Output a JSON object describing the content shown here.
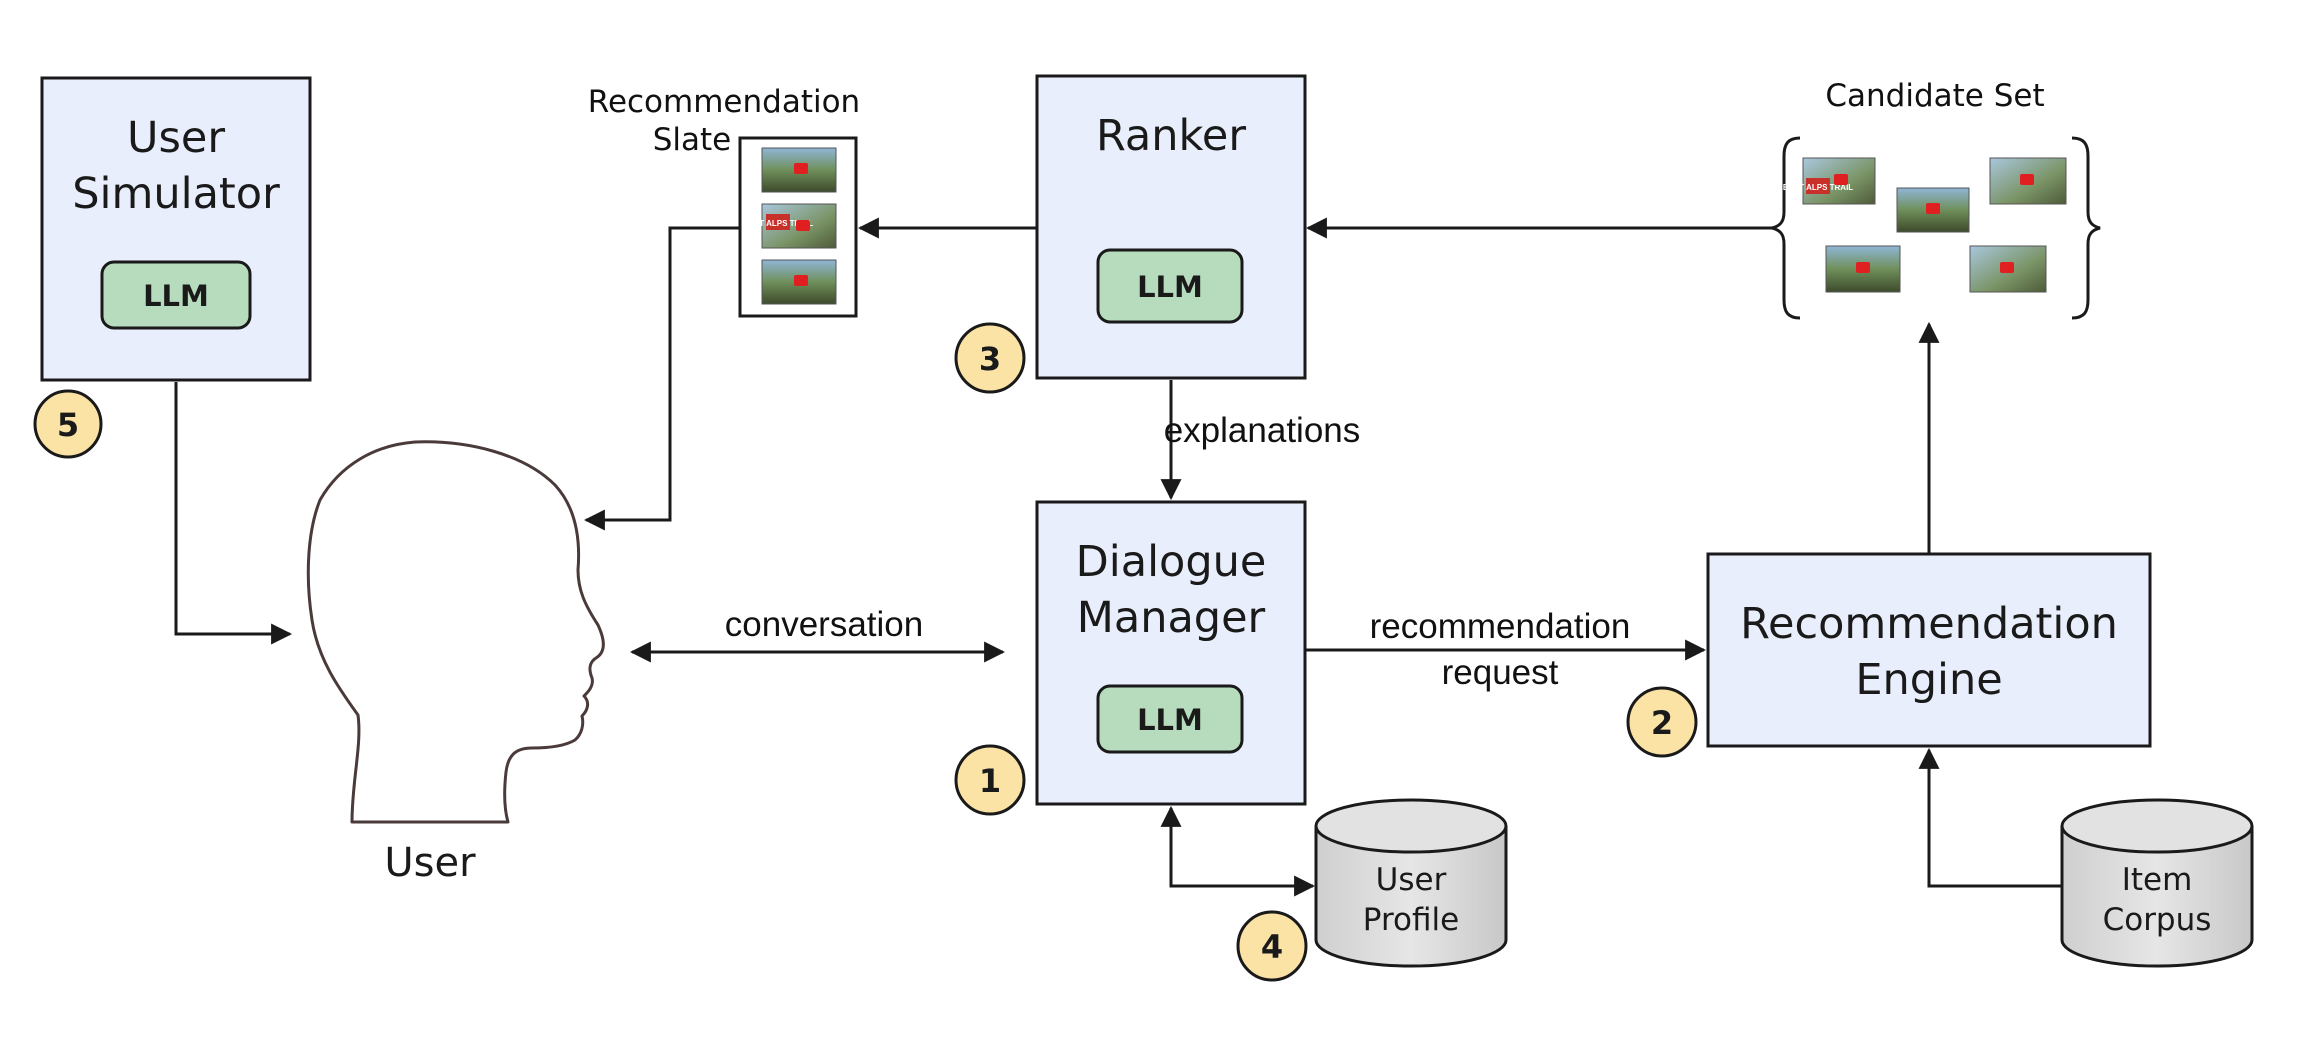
{
  "colors": {
    "box_fill": "#e8eefb",
    "llm_fill": "#b7dbbd",
    "badge_fill": "#fbe3a6",
    "db_fill": "#dcdcdc",
    "stroke": "#1a1a1a"
  },
  "user_simulator": {
    "line1": "User",
    "line2": "Simulator",
    "llm": "LLM",
    "step": "5"
  },
  "ranker": {
    "title": "Ranker",
    "llm": "LLM",
    "step": "3"
  },
  "dialogue_manager": {
    "line1": "Dialogue",
    "line2": "Manager",
    "llm": "LLM",
    "step": "1"
  },
  "recommendation_engine": {
    "line1": "Recommendation",
    "line2": "Engine",
    "step": "2"
  },
  "user_profile": {
    "line1": "User",
    "line2": "Profile",
    "step": "4"
  },
  "item_corpus": {
    "line1": "Item",
    "line2": "Corpus"
  },
  "slate": {
    "line1": "Recommendation",
    "line2": "Slate",
    "thumb_text": "BEST ALPS TRAIL"
  },
  "candidate_set": {
    "title": "Candidate Set",
    "thumb_text": "BEST ALPS TRAIL"
  },
  "user": {
    "label": "User"
  },
  "edges": {
    "explanations": "explanations",
    "conversation": "conversation",
    "rec_request_line1": "recommendation",
    "rec_request_line2": "request"
  },
  "icons": [
    "user-head-icon",
    "database-icon",
    "video-thumbnail-icon",
    "play-icon",
    "curly-brace-icon"
  ]
}
